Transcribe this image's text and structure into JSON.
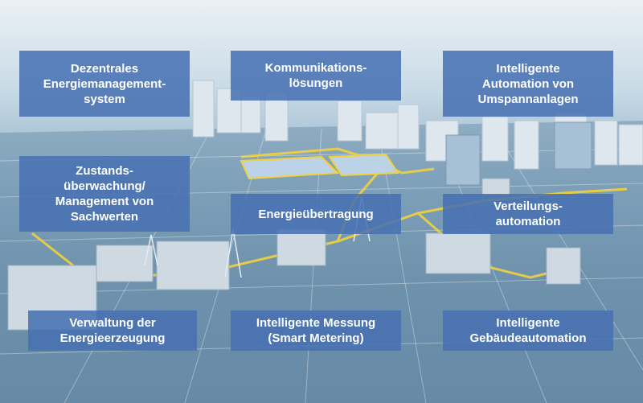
{
  "labels": {
    "dezentrales": "Dezentrales\nEnergiemanagement-\nsystem",
    "kommunikation": "Kommunikations-\nlösungen",
    "umspannanlagen": "Intelligente\nAutomation von\nUmspannanlagen",
    "zustand": "Zustands-\nüberwachung/\nManagement von\nSachwerten",
    "energieuebertragung": "Energieübertragung",
    "verteilung": "Verteilungs-\nautomation",
    "erzeugung": "Verwaltung der\nEnergieerzeugung",
    "messung": "Intelligente Messung\n(Smart Metering)",
    "gebaeude": "Intelligente\nGebäudeautomation"
  },
  "colors": {
    "label_bg": "#4670b2",
    "grid_line": "#ffffff",
    "power_line": "#f2d23c"
  }
}
